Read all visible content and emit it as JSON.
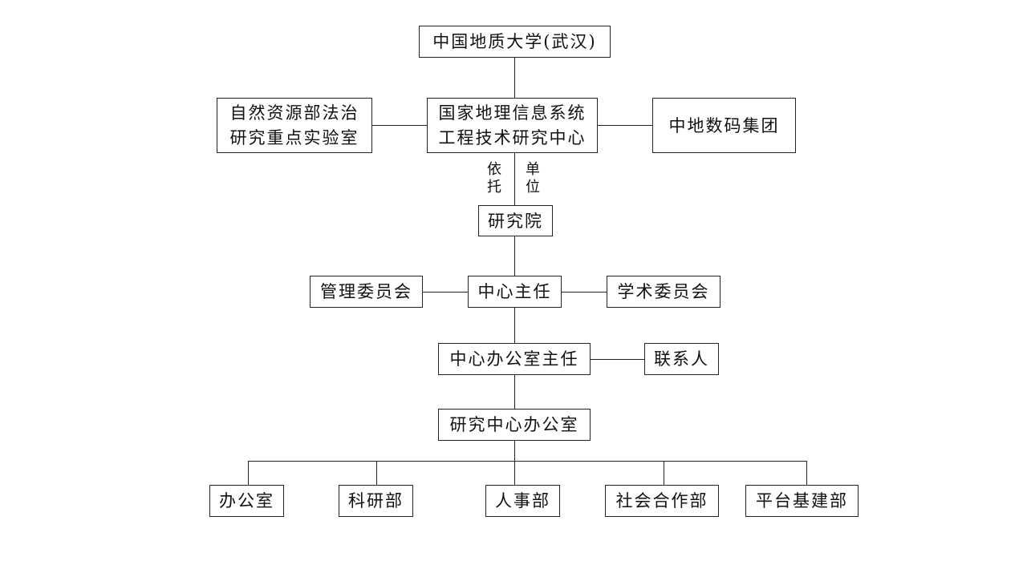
{
  "diagram": {
    "nodes": {
      "university": "中国地质大学(武汉)",
      "lab_line1": "自然资源部法治",
      "lab_line2": "研究重点实验室",
      "center_line1": "国家地理信息系统",
      "center_line2": "工程技术研究中心",
      "group": "中地数码集团",
      "institute": "研究院",
      "management_committee": "管理委员会",
      "center_director": "中心主任",
      "academic_committee": "学术委员会",
      "office_director": "中心办公室主任",
      "contact_person": "联系人",
      "research_center_office": "研究中心办公室",
      "office": "办公室",
      "research_department": "科研部",
      "personnel_department": "人事部",
      "social_cooperation_department": "社会合作部",
      "platform_construction_department": "平台基建部"
    },
    "edge_labels": {
      "relation_left": "依托",
      "relation_right": "单位"
    }
  }
}
